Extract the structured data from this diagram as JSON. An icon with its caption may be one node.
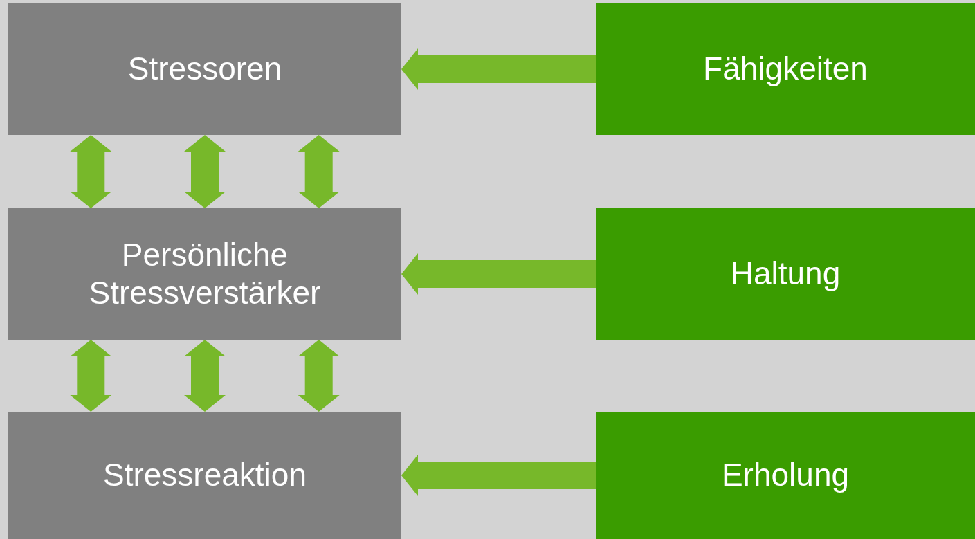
{
  "diagram": {
    "nodes": [
      {
        "text": [
          "Stressoren"
        ]
      },
      {
        "text": [
          "Persönliche Stressverstärker"
        ]
      },
      {
        "text": [
          "Stressreaktion"
        ]
      },
      {
        "text": [
          "Fähigkeiten"
        ]
      },
      {
        "text": [
          "Haltung"
        ]
      },
      {
        "text": [
          "Erholung"
        ]
      }
    ],
    "edges": [
      {
        "from": 3,
        "to": 0,
        "arrow": "to"
      },
      {
        "from": 0,
        "to": 1,
        "arrow": "both"
      },
      {
        "from": 0,
        "to": 1,
        "arrow": "both"
      },
      {
        "from": 0,
        "to": 1,
        "arrow": "both"
      },
      {
        "from": 4,
        "to": 1,
        "arrow": "to"
      },
      {
        "from": 1,
        "to": 2,
        "arrow": "both"
      },
      {
        "from": 1,
        "to": 2,
        "arrow": "both"
      },
      {
        "from": 1,
        "to": 2,
        "arrow": "both"
      },
      {
        "from": 5,
        "to": 2,
        "arrow": "to"
      }
    ]
  }
}
